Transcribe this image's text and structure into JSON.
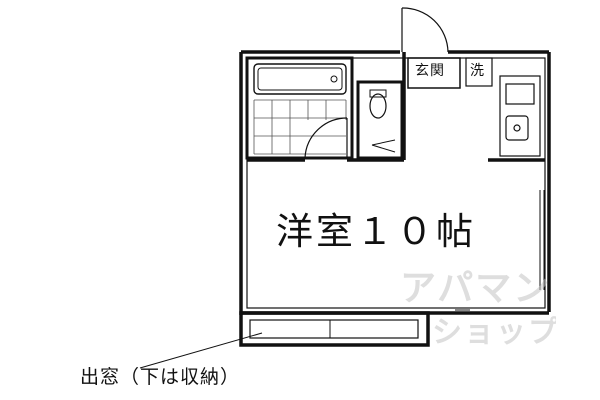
{
  "rooms": {
    "main_label": "洋室１０帖",
    "entrance_label": "玄関",
    "washer_label": "洗",
    "bay_window_note": "出窓（下は収納）"
  },
  "watermark": {
    "line1": "アパマン",
    "line2": "ショップ"
  },
  "colors": {
    "wall": "#111111",
    "tile_grid": "#555555",
    "watermark": "#c4c4c4",
    "background": "#ffffff"
  }
}
